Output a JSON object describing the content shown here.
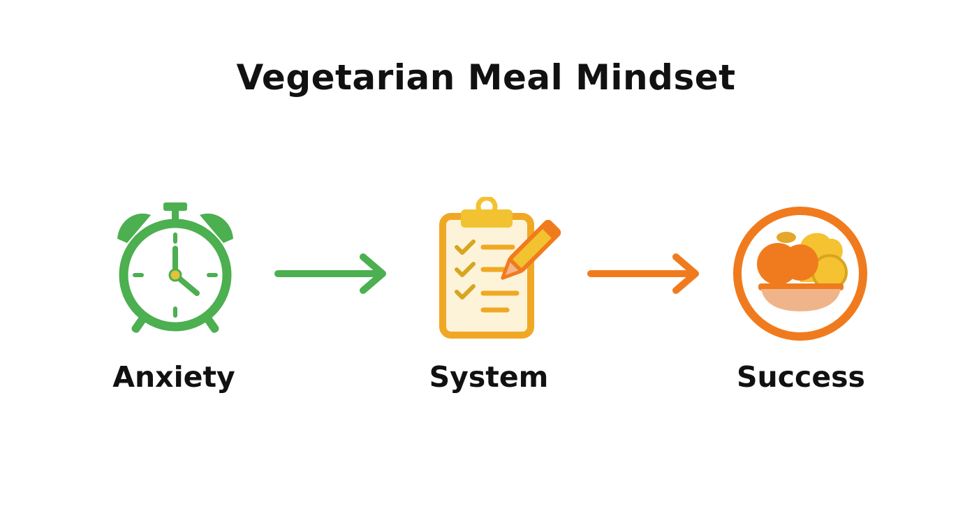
{
  "title": "Vegetarian Meal Mindset",
  "steps": [
    {
      "label": "Anxiety",
      "icon": "alarm-clock-icon",
      "color": "#4caf50"
    },
    {
      "label": "System",
      "icon": "clipboard-checklist-icon",
      "color": "#f2a822"
    },
    {
      "label": "Success",
      "icon": "food-bowl-icon",
      "color": "#f07b1e"
    }
  ],
  "arrows": [
    {
      "icon": "arrow-right-icon",
      "color": "#4caf50"
    },
    {
      "icon": "arrow-right-icon",
      "color": "#f07b1e"
    }
  ]
}
